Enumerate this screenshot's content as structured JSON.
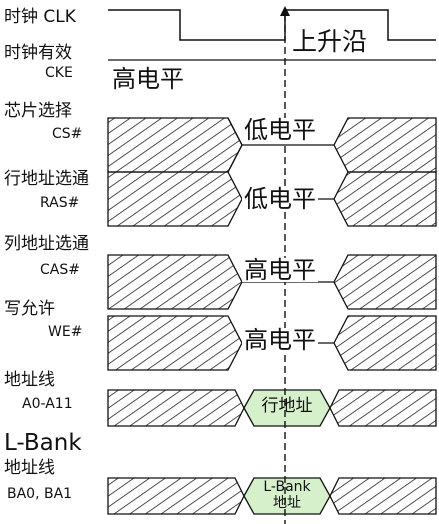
{
  "signals": [
    {
      "id": "clk",
      "name_lines": [
        "时钟 CLK"
      ]
    },
    {
      "id": "cke",
      "name_lines": [
        "时钟有效",
        "CKE"
      ],
      "value": "高电平"
    },
    {
      "id": "cs",
      "name_lines": [
        "芯片选择",
        "CS#"
      ],
      "value": "低电平"
    },
    {
      "id": "ras",
      "name_lines": [
        "行地址选通",
        "RAS#"
      ],
      "value": "低电平"
    },
    {
      "id": "cas",
      "name_lines": [
        "列地址选通",
        "CAS#"
      ],
      "value": "高电平"
    },
    {
      "id": "we",
      "name_lines": [
        "写允许",
        "WE#"
      ],
      "value": "高电平"
    },
    {
      "id": "addr",
      "name_lines": [
        "地址线",
        "A0-A11"
      ],
      "value": "行地址"
    },
    {
      "id": "bank",
      "name_lines": [
        "L-Bank",
        "地址线",
        "BA0, BA1"
      ],
      "value_lines": [
        "L-Bank",
        "地址"
      ]
    }
  ],
  "edge_label": "上升沿",
  "colors": {
    "line": "#111111",
    "hatch": "#222222",
    "box_fill": "#d6f0cc",
    "watermark": "#c9c9c9"
  }
}
